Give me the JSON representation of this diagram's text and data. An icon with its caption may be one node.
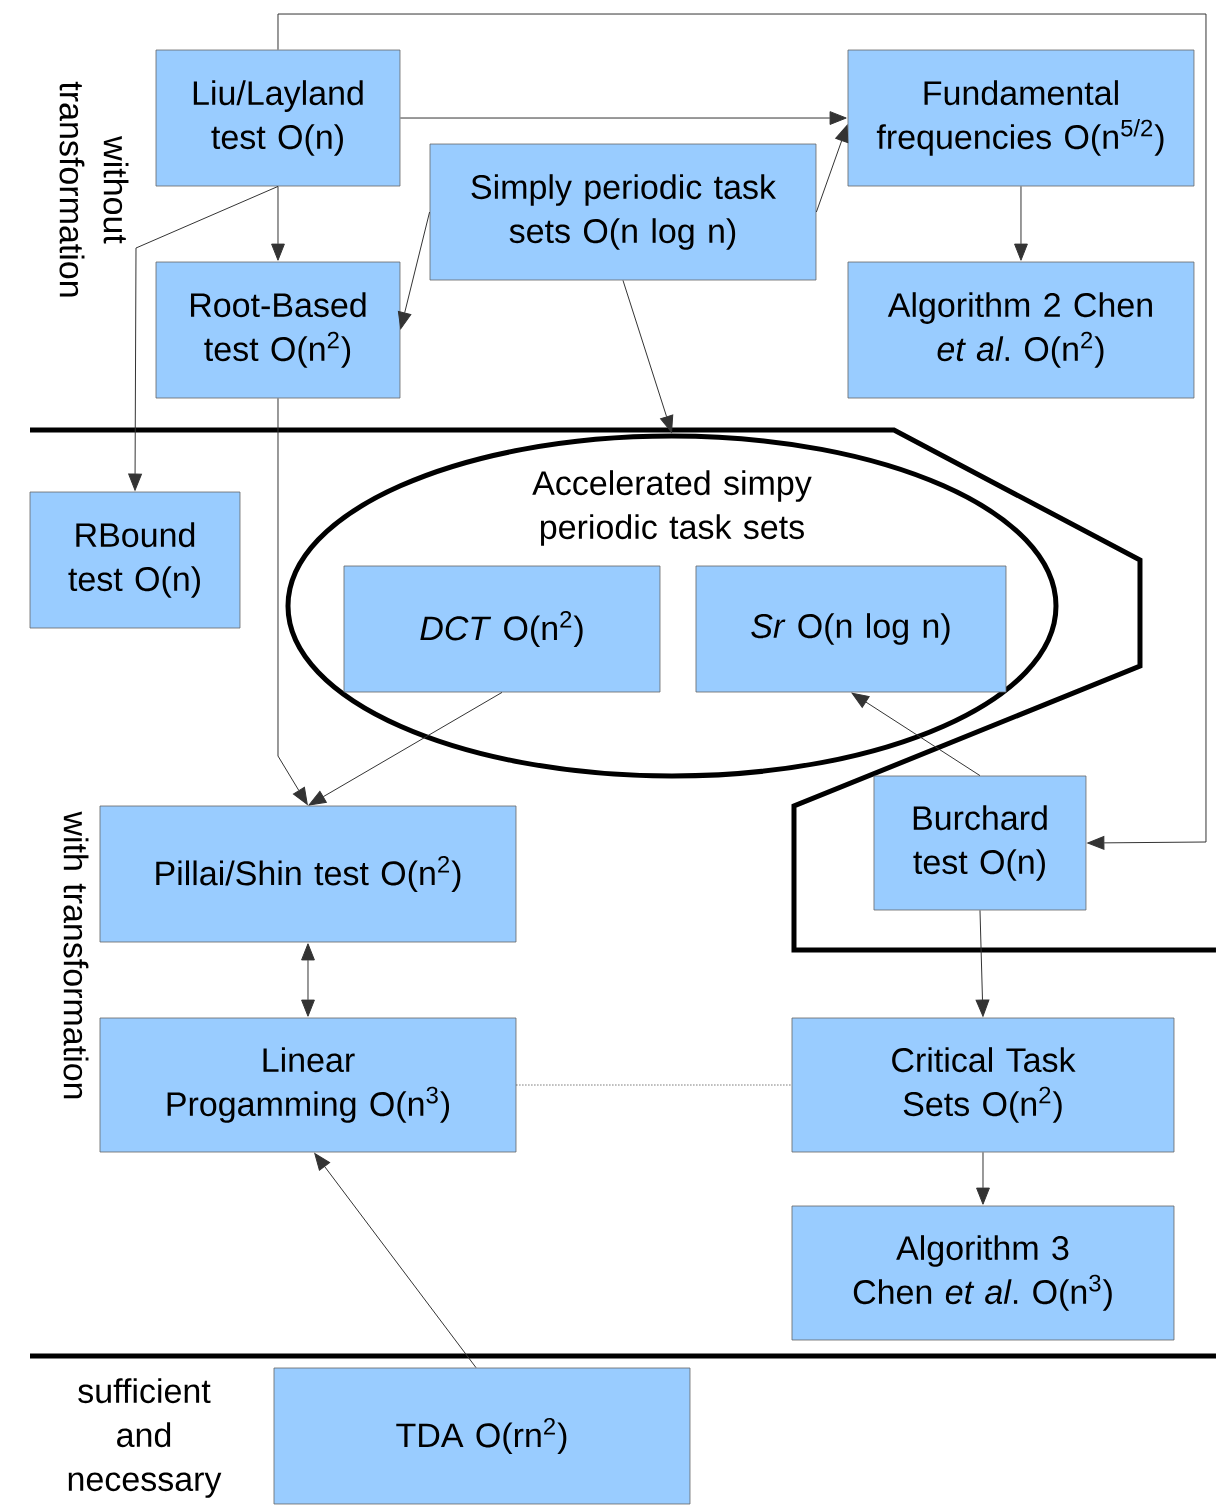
{
  "diagram": {
    "nodes": [
      {
        "text": [
          "Liu/Layland test O(n)"
        ]
      },
      {
        "text": [
          "Fundamental frequencies O(n$^{5/2}$)"
        ]
      },
      {
        "text": [
          "Simply periodic task sets O(n log n)"
        ]
      },
      {
        "text": [
          "Root-Based test O(n$^{2}$)"
        ]
      },
      {
        "text": [
          "Algorithm 2 Chen *et al*. O(n$^{2}$)"
        ]
      },
      {
        "text": [
          "RBound test O(n)"
        ]
      },
      {
        "text": [
          "Accelerated simpy periodic task sets"
        ]
      },
      {
        "text": [
          "*DCT* O(n$^{2}$)"
        ],
        "in": 6
      },
      {
        "text": [
          "*Sr* O(n log n)"
        ],
        "in": 6
      },
      {
        "text": [
          "Pillai/Shin test O(n$^{2}$)"
        ]
      },
      {
        "text": [
          "Burchard test O(n)"
        ]
      },
      {
        "text": [
          "Linear Progamming O(n$^{3}$)"
        ]
      },
      {
        "text": [
          "Critical Task Sets O(n$^{2}$)"
        ]
      },
      {
        "text": [
          "Algorithm 3 Chen *et al*. O(n$^{3}$)"
        ]
      },
      {
        "text": [
          "TDA O(rn$^{2}$)"
        ]
      }
    ],
    "edges": [
      {
        "from": 0,
        "to": 1,
        "arrow": "to"
      },
      {
        "from": 0,
        "to": 3,
        "arrow": "to"
      },
      {
        "from": 0,
        "to": 5,
        "arrow": "to"
      },
      {
        "from": 0,
        "to": 10,
        "arrow": "to"
      },
      {
        "from": 2,
        "to": 3,
        "arrow": "to"
      },
      {
        "from": 2,
        "to": 1,
        "arrow": "to"
      },
      {
        "from": 2,
        "to": 6,
        "arrow": "to"
      },
      {
        "from": 1,
        "to": 4,
        "arrow": "to"
      },
      {
        "from": 3,
        "to": 9,
        "arrow": "to"
      },
      {
        "from": 7,
        "to": 9,
        "arrow": "to"
      },
      {
        "from": 10,
        "to": 8,
        "arrow": "to"
      },
      {
        "from": 10,
        "to": 12,
        "arrow": "to"
      },
      {
        "from": 9,
        "to": 11,
        "arrow": "both"
      },
      {
        "from": 11,
        "to": 12,
        "arrow": "none",
        "style": "dashed"
      },
      {
        "from": 14,
        "to": 11,
        "arrow": "to"
      },
      {
        "from": 12,
        "to": 13,
        "arrow": "to"
      }
    ],
    "labels": [
      "without transformation",
      "with transformation",
      "sufficient and necessary"
    ]
  }
}
